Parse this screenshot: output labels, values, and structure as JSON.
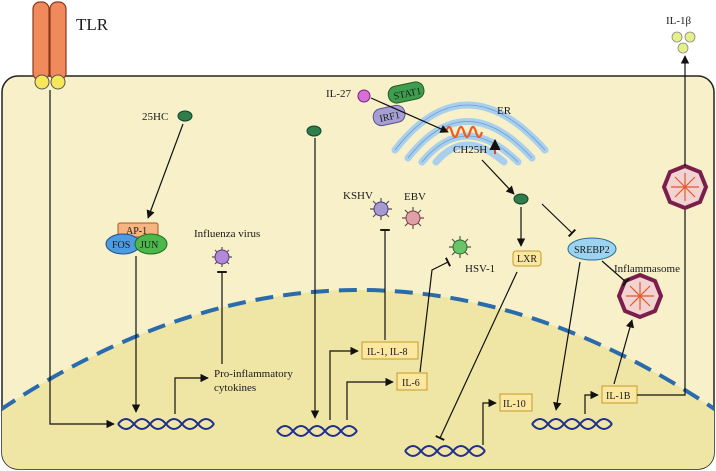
{
  "labels": {
    "tlr": "TLR",
    "il1b_top": "IL-1β",
    "hc25": "25HC",
    "il27": "IL-27",
    "stat1": "STAT1",
    "irf1": "IRF1",
    "er": "ER",
    "ch25h": "CH25H",
    "kshv": "KSHV",
    "ebv": "EBV",
    "hsv1": "HSV-1",
    "influenza": "Influenza virus",
    "ap1": "AP-1",
    "fos": "FOS",
    "jun": "JUN",
    "lxr": "LXR",
    "srebp2": "SREBP2",
    "inflammasome": "Inflammasome",
    "pro_inflam_1": "Pro-inflammatory",
    "pro_inflam_2": "cytokines",
    "il1_il8": "IL-1, IL-8",
    "il6": "IL-6",
    "il10": "IL-10",
    "il1b_box": "IL-1B"
  },
  "colors": {
    "cell_fill": "#f7f0c8",
    "nucleus_fill": "#efe6a5",
    "nuclear_membrane": "#2a6bad",
    "receptor": "#f08a5d",
    "receptor_base": "#f6e85a",
    "er": "#a9cfee",
    "ch25h": "#f05a1e",
    "dna": "#1f2f8a",
    "oxysterol": "#2e7d4b",
    "box_fill": "#fbe7a0",
    "box_stroke": "#c79a2a",
    "stat1": "#3f9e4e",
    "irf1": "#a59fd3",
    "fos": "#4d9be0",
    "jun": "#4cb84c",
    "ap1": "#f5b480",
    "srebp2": "#9cd3f1",
    "inflammasome": "#7a1f4a",
    "il1b_drop": "#e6f088"
  },
  "icons": [
    "tlr-receptor-icon",
    "oxysterol-icon",
    "virus-icon",
    "dna-helix-icon",
    "er-icon",
    "inflammasome-icon"
  ]
}
